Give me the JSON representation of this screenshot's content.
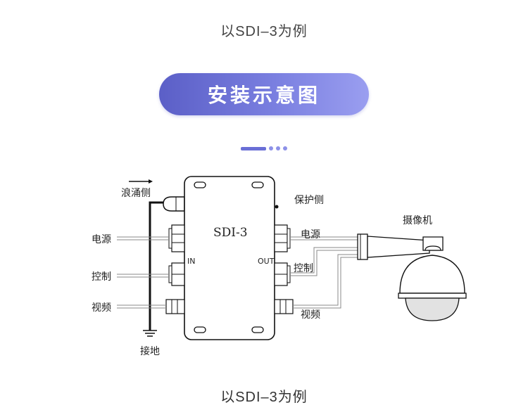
{
  "header": {
    "caption": "以SDI–3为例",
    "title": "安装示意图"
  },
  "diagram": {
    "device_model": "SDI-3",
    "port_in": "IN",
    "port_out": "OUT",
    "labels": {
      "surge_side": "浪涌侧",
      "protect_side": "保护侧",
      "power_left": "电源",
      "control_left": "控制",
      "video_left": "视频",
      "ground": "接地",
      "power_right": "电源",
      "control_right": "控制",
      "video_right": "视频",
      "camera": "摄像机"
    }
  },
  "footer": {
    "caption": "以SDI–3为例"
  }
}
